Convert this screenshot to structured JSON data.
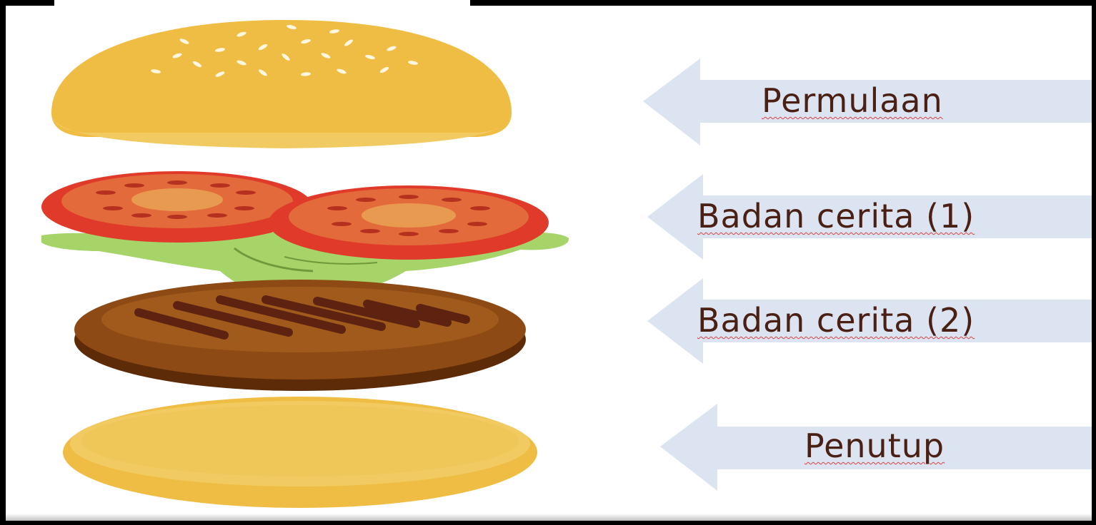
{
  "layers": [
    {
      "id": "top-bun",
      "label": "Permulaan"
    },
    {
      "id": "tomato-lettuce",
      "label": "Badan cerita (1)"
    },
    {
      "id": "patty",
      "label": "Badan cerita (2)"
    },
    {
      "id": "bottom-bun",
      "label": "Penutup"
    }
  ],
  "colors": {
    "arrow": "#dbe4f0",
    "label_text": "#4a1f14",
    "bun": "#efbd43",
    "bun_light": "#f1cb61",
    "tomato": "#e03a2a",
    "tomato_inner": "#e36a3a",
    "lettuce": "#a6d468",
    "patty": "#8d4a14",
    "patty_dark": "#5e2b08"
  }
}
